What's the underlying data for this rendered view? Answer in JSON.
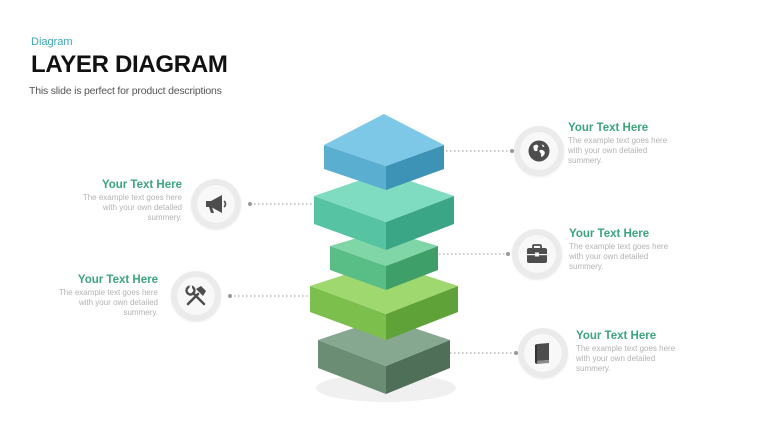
{
  "header": {
    "kicker": "Diagram",
    "title": "LAYER DIAGRAM",
    "subtitle": "This slide is perfect for product descriptions"
  },
  "layers": [
    {
      "color_top": "#7cc8e6",
      "color_left": "#5aaed0",
      "color_right": "#3d93b5"
    },
    {
      "color_top": "#7fdcc0",
      "color_left": "#56c3a2",
      "color_right": "#3aa685"
    },
    {
      "color_top": "#80d6a6",
      "color_left": "#59be85",
      "color_right": "#3f9f68"
    },
    {
      "color_top": "#9ed86e",
      "color_left": "#7cbf4c",
      "color_right": "#5fa237"
    },
    {
      "color_top": "#86a890",
      "color_left": "#6a8d74",
      "color_right": "#4f6f58"
    }
  ],
  "items": [
    {
      "side": "right",
      "heading": "Your Text Here",
      "body": "The example text goes here with your own detailed summery.",
      "icon": "globe-icon"
    },
    {
      "side": "left",
      "heading": "Your Text Here",
      "body": "The example text goes here with your own detailed summery.",
      "icon": "megaphone-icon"
    },
    {
      "side": "right",
      "heading": "Your Text Here",
      "body": "The example text goes here with your own detailed summery.",
      "icon": "briefcase-icon"
    },
    {
      "side": "left",
      "heading": "Your Text Here",
      "body": "The example text goes here with your own detailed summery.",
      "icon": "tools-icon"
    },
    {
      "side": "right",
      "heading": "Your Text Here",
      "body": "The example text goes here with your own detailed summery.",
      "icon": "book-icon"
    }
  ],
  "colors": {
    "heading": "#3aa57c",
    "connector": "#b8b8b8",
    "icon": "#4d4d4d"
  }
}
